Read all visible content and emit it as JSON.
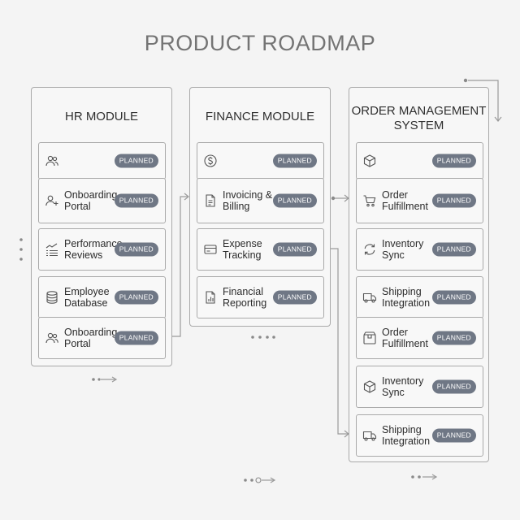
{
  "page": {
    "title": "PRODUCT ROADMAP"
  },
  "colors": {
    "badge": "#6f7785",
    "border": "#a9a9a9",
    "background": "#f4f4f4"
  },
  "status_label": "PLANNED",
  "modules": [
    {
      "id": "hr",
      "title": "HR MODULE",
      "cards": [
        {
          "label": "",
          "icon": "people-icon"
        },
        {
          "label": "Onboarding\nPortal",
          "icon": "person-add-icon"
        },
        {
          "label": "Performance\nReviews",
          "icon": "trend-list-icon"
        },
        {
          "label": "Employee\nDatabase",
          "icon": "database-icon"
        },
        {
          "label": "Onboarding\nPortal",
          "icon": "people-icon"
        }
      ]
    },
    {
      "id": "finance",
      "title": "FINANCE MODULE",
      "cards": [
        {
          "label": "",
          "icon": "dollar-coin-icon"
        },
        {
          "label": "Invoicing &\nBilling",
          "icon": "document-icon"
        },
        {
          "label": "Expense\nTracking",
          "icon": "receipt-icon"
        },
        {
          "label": "Financial\nReporting",
          "icon": "report-chart-icon"
        }
      ]
    },
    {
      "id": "oms",
      "title": "ORDER MANAGEMENT\nSYSTEM",
      "cards": [
        {
          "label": "",
          "icon": "box-icon"
        },
        {
          "label": "Order\nFulfillment",
          "icon": "cart-icon"
        },
        {
          "label": "Inventory\nSync",
          "icon": "sync-icon"
        },
        {
          "label": "Shipping\nIntegration",
          "icon": "truck-icon"
        },
        {
          "label": "Order\nFulfillment",
          "icon": "package-icon"
        },
        {
          "label": "Inventory\nSync",
          "icon": "box-icon"
        },
        {
          "label": "Shipping\nIntegration",
          "icon": "truck-icon"
        }
      ]
    }
  ]
}
